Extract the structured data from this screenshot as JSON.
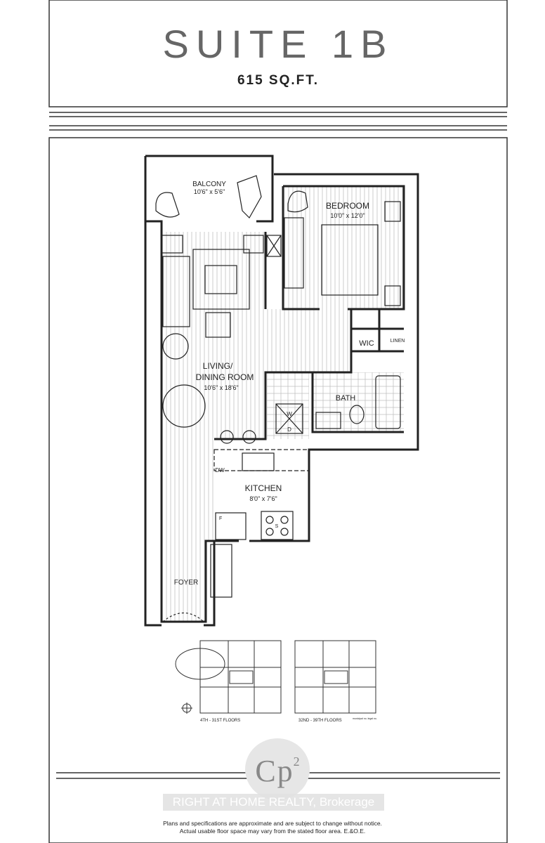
{
  "header": {
    "title": "SUITE 1B",
    "area": "615 SQ.FT."
  },
  "rooms": {
    "balcony": {
      "name": "BALCONY",
      "size": "10'6\" x 5'6\""
    },
    "bedroom": {
      "name": "BEDROOM",
      "size": "10'0\" x 12'0\""
    },
    "living": {
      "name_line1": "LIVING/",
      "name_line2": "DINING ROOM",
      "size": "10'6\" x 18'6\""
    },
    "kitchen": {
      "name": "KITCHEN",
      "size": "8'0\" x 7'6\""
    },
    "bath": {
      "name": "BATH"
    },
    "wic": {
      "name": "WIC"
    },
    "linen": {
      "name": "LINEN"
    },
    "foyer": {
      "name": "FOYER"
    },
    "dw": "DW",
    "fridge": "F",
    "stove": "S",
    "washer": "W",
    "dryer": "D"
  },
  "key_plans": {
    "left_caption": "4TH - 31ST FLOORS",
    "right_caption": "32ND - 39TH FLOORS",
    "legend": "municipal no. legal no."
  },
  "logo": "CP2",
  "watermark": "RIGHT AT HOME REALTY, Brokerage",
  "disclaimer": {
    "line1": "Plans and specifications are approximate and are subject to change without notice.",
    "line2": "Actual usable floor space may vary from the stated floor area. E.&O.E."
  },
  "colors": {
    "ink": "#222222",
    "title_gray": "#666666"
  }
}
